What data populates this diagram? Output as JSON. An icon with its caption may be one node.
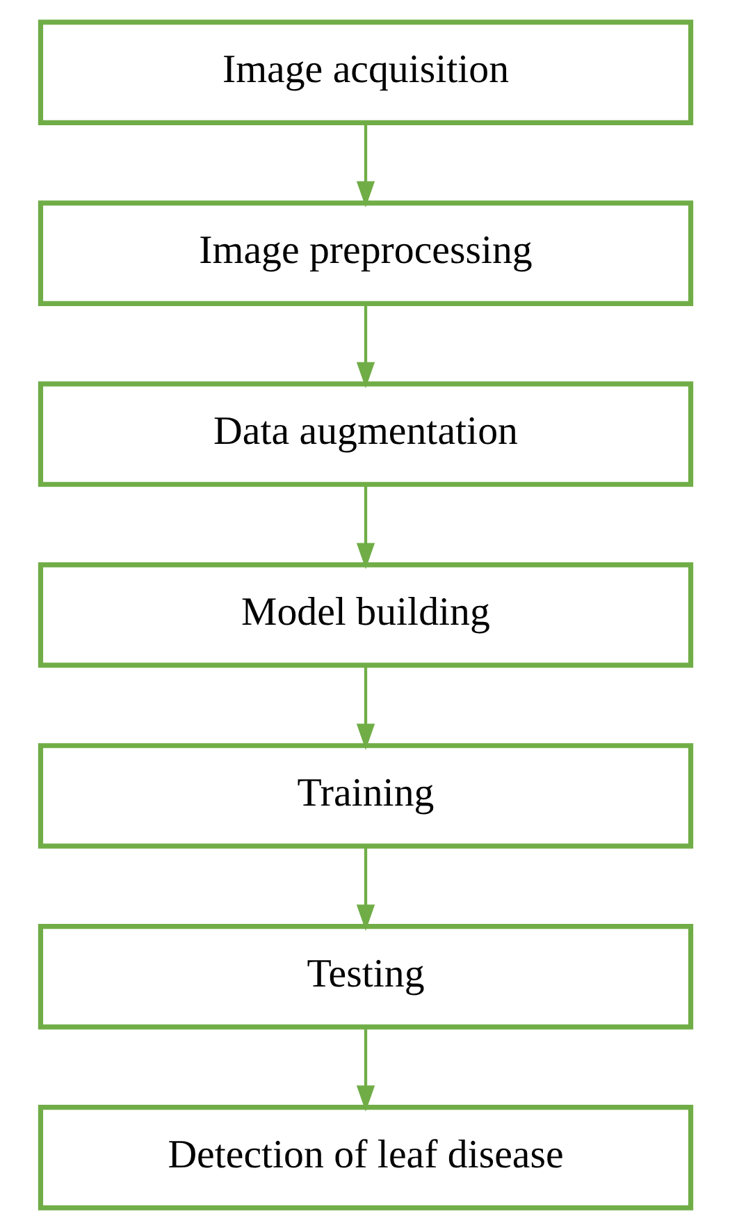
{
  "diagram": {
    "nodes": [
      {
        "text": [
          "Image acquisition"
        ]
      },
      {
        "text": [
          "Image preprocessing"
        ]
      },
      {
        "text": [
          "Data augmentation"
        ]
      },
      {
        "text": [
          "Model building"
        ]
      },
      {
        "text": [
          "Training"
        ]
      },
      {
        "text": [
          "Testing"
        ]
      },
      {
        "text": [
          "Detection of leaf disease"
        ]
      }
    ],
    "edges": [
      {
        "from": 0,
        "to": 1,
        "arrow": "to"
      },
      {
        "from": 1,
        "to": 2,
        "arrow": "to"
      },
      {
        "from": 2,
        "to": 3,
        "arrow": "to"
      },
      {
        "from": 3,
        "to": 4,
        "arrow": "to"
      },
      {
        "from": 4,
        "to": 5,
        "arrow": "to"
      },
      {
        "from": 5,
        "to": 6,
        "arrow": "to"
      }
    ]
  }
}
